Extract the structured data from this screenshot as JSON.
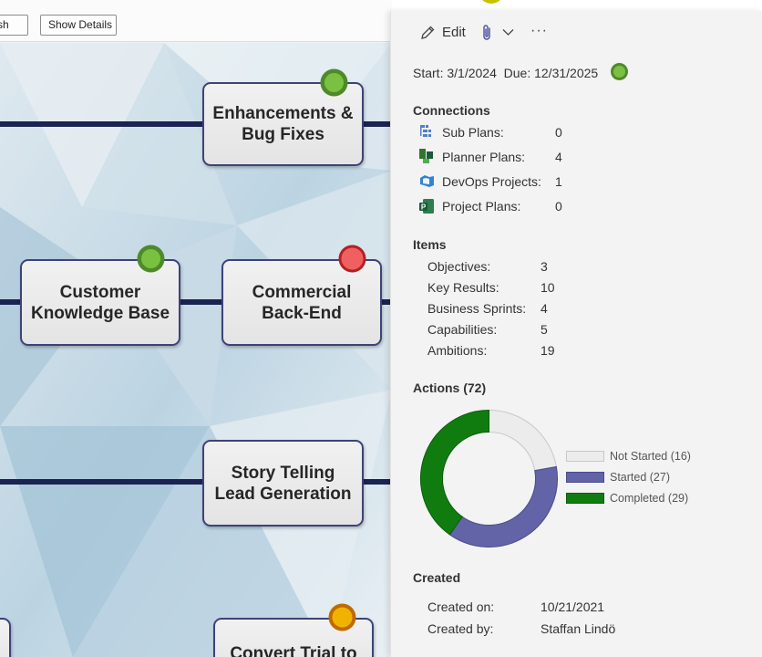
{
  "toolbar": {
    "refresh_label": "sh",
    "show_details_label": "Show Details"
  },
  "canvas": {
    "nodes": [
      {
        "line1": "Enhancements &",
        "line2": "Bug Fixes",
        "status": "green"
      },
      {
        "line1": "Customer",
        "line2": "Knowledge Base",
        "status": "green"
      },
      {
        "line1": "Commercial",
        "line2": "Back-End",
        "status": "red"
      },
      {
        "line1": "Story Telling",
        "line2": "Lead Generation",
        "status": "none"
      },
      {
        "line1": "Convert Trial to",
        "line2": "",
        "status": "amber"
      }
    ]
  },
  "panel": {
    "edit_label": "Edit",
    "more_label": "···",
    "start_label": "Start:",
    "start_date": "3/1/2024",
    "due_label": "Due:",
    "due_date": "12/31/2025",
    "connections": {
      "title": "Connections",
      "rows": [
        {
          "label": "Sub Plans:",
          "value": "0",
          "icon": "sub-plans-icon"
        },
        {
          "label": "Planner Plans:",
          "value": "4",
          "icon": "planner-icon"
        },
        {
          "label": "DevOps Projects:",
          "value": "1",
          "icon": "devops-icon"
        },
        {
          "label": "Project Plans:",
          "value": "0",
          "icon": "project-icon"
        }
      ]
    },
    "items": {
      "title": "Items",
      "rows": [
        {
          "label": "Objectives:",
          "value": "3"
        },
        {
          "label": "Key Results:",
          "value": "10"
        },
        {
          "label": "Business Sprints:",
          "value": "4"
        },
        {
          "label": "Capabilities:",
          "value": "5"
        },
        {
          "label": "Ambitions:",
          "value": "19"
        }
      ]
    },
    "created": {
      "title": "Created",
      "on_label": "Created on:",
      "on_value": "10/21/2021",
      "by_label": "Created by:",
      "by_value": "Staffan Lindö"
    }
  },
  "chart_data": {
    "type": "pie",
    "title": "Actions (72)",
    "categories": [
      "Not Started",
      "Started",
      "Completed"
    ],
    "values": [
      16,
      27,
      29
    ],
    "legend_labels": [
      "Not Started (16)",
      "Started (27)",
      "Completed (29)"
    ],
    "colors": [
      "#ececec",
      "#6264a7",
      "#107c10"
    ],
    "legend_position": "right"
  },
  "colors": {
    "status_green": "#7ac142",
    "status_red": "#f06060",
    "status_amber": "#f0b400",
    "connector": "#1b2353",
    "node_border": "#3d4378"
  }
}
